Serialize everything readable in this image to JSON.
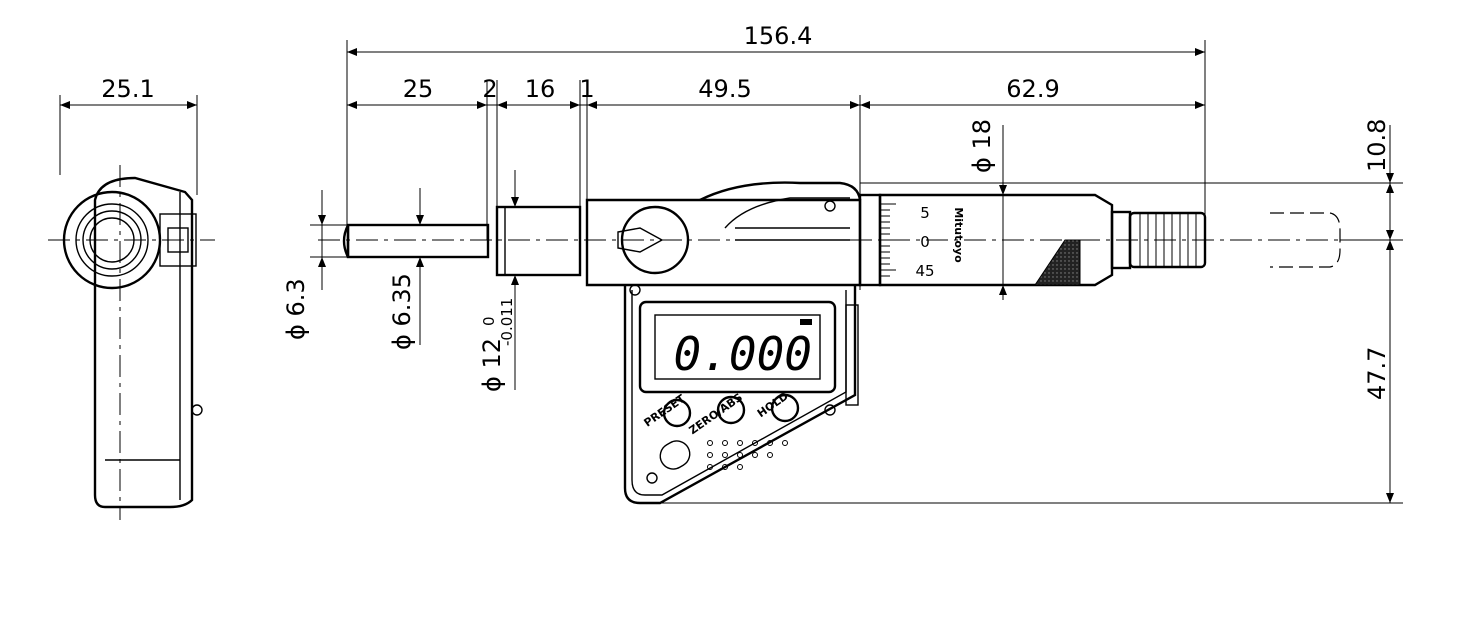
{
  "dimensions": {
    "overall_length": "156.4",
    "spindle_length": "25",
    "gap_1": "2",
    "sleeve_length": "16",
    "gap_2": "1",
    "body_length": "49.5",
    "thimble_length": "62.9",
    "side_width": "25.1",
    "thimble_diameter": "ϕ 18",
    "upper_height": "10.8",
    "lower_height": "47.7",
    "spindle_diameter": "ϕ 6.3",
    "stem_diameter": "ϕ 6.35",
    "mount_diameter": "ϕ 12",
    "mount_tol_upper": "0",
    "mount_tol_lower": "-0.011"
  },
  "thimble_scale": {
    "upper": "5",
    "middle": "0",
    "lower": "45"
  },
  "brand": "Mitutoyo",
  "display": {
    "reading": "0.000"
  },
  "buttons": {
    "preset": "PRESET",
    "zero_abs": "ZERO/ABS",
    "hold": "HOLD"
  }
}
